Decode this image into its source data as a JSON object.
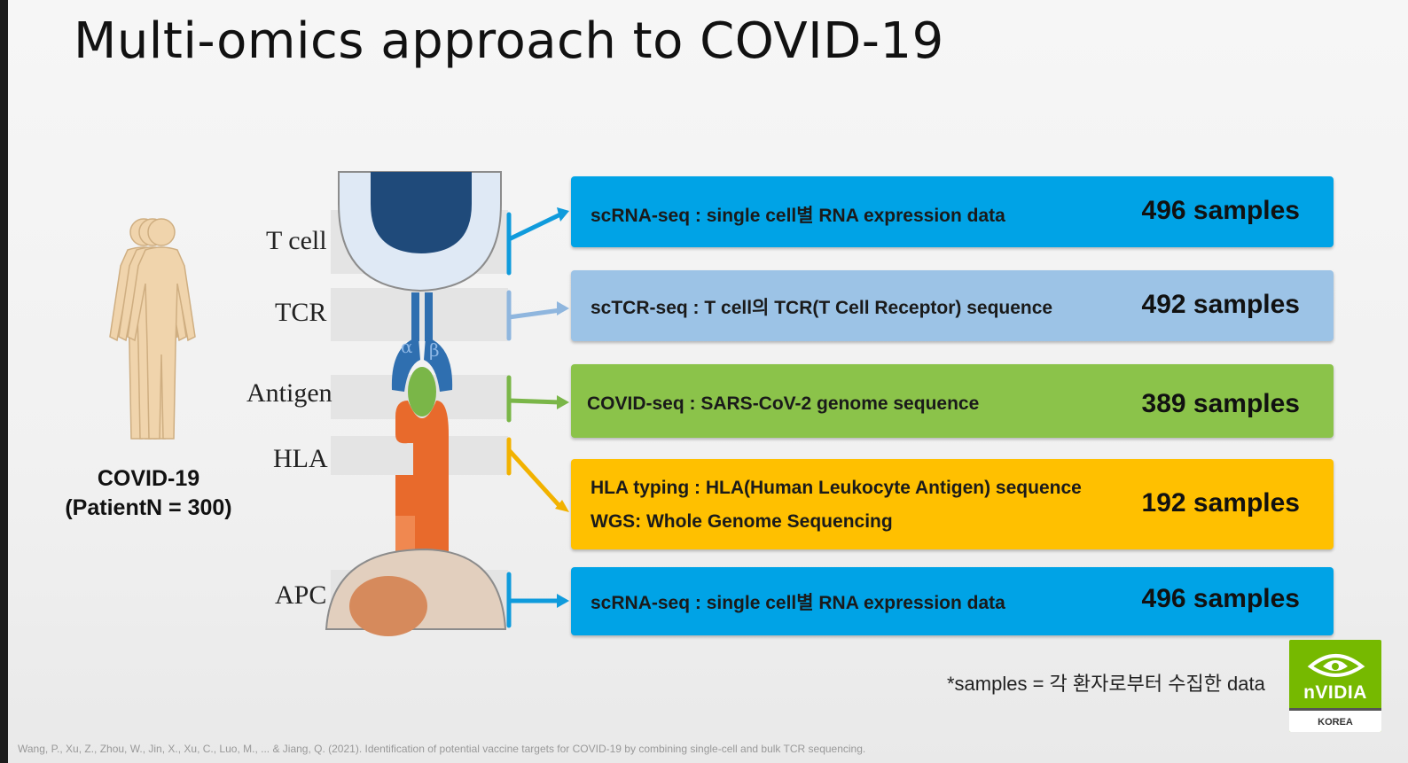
{
  "title": "Multi-omics approach to COVID-19",
  "patient": {
    "line1": "COVID-19",
    "line2": "(PatientN = 300)"
  },
  "cell_labels": [
    "T cell",
    "TCR",
    "Antigen",
    "HLA",
    "APC"
  ],
  "chain_labels": [
    "α",
    "β"
  ],
  "boxes": [
    {
      "desc": "scRNA-seq : single cell별 RNA expression data",
      "samples": "496 samples",
      "color": "#00a3e6"
    },
    {
      "desc": "scTCR-seq : T cell의 TCR(T Cell Receptor) sequence",
      "samples": "492 samples",
      "color": "#9cc3e6"
    },
    {
      "desc": "COVID-seq : SARS-CoV-2 genome sequence",
      "samples": "389 samples",
      "color": "#8bc34a"
    },
    {
      "desc": "HLA typing : HLA(Human Leukocyte Antigen) sequence",
      "desc2": "WGS: Whole Genome Sequencing",
      "samples": "192 samples",
      "color": "#ffc000"
    },
    {
      "desc": "scRNA-seq : single cell별 RNA expression data",
      "samples": "496 samples",
      "color": "#00a3e6"
    }
  ],
  "footnote": "*samples = 각 환자로부터 수집한 data",
  "citation": "Wang, P., Xu, Z., Zhou, W., Jin, X., Xu, C., Luo, M., ... & Jiang, Q. (2021). Identification of potential vaccine targets for COVID-19 by combining single-cell and bulk TCR sequencing.",
  "logo": {
    "word": "nVIDIA",
    "region": "KOREA"
  },
  "colors": {
    "tcell_dark": "#1f4a7a",
    "tcell_light": "#dfe9f5",
    "chain_blue": "#2f6fb0",
    "antigen_green": "#7ab648",
    "hla_orange": "#e86a2c",
    "apc_tan": "#e2cfbe",
    "apc_nucleus": "#d68a5c"
  }
}
